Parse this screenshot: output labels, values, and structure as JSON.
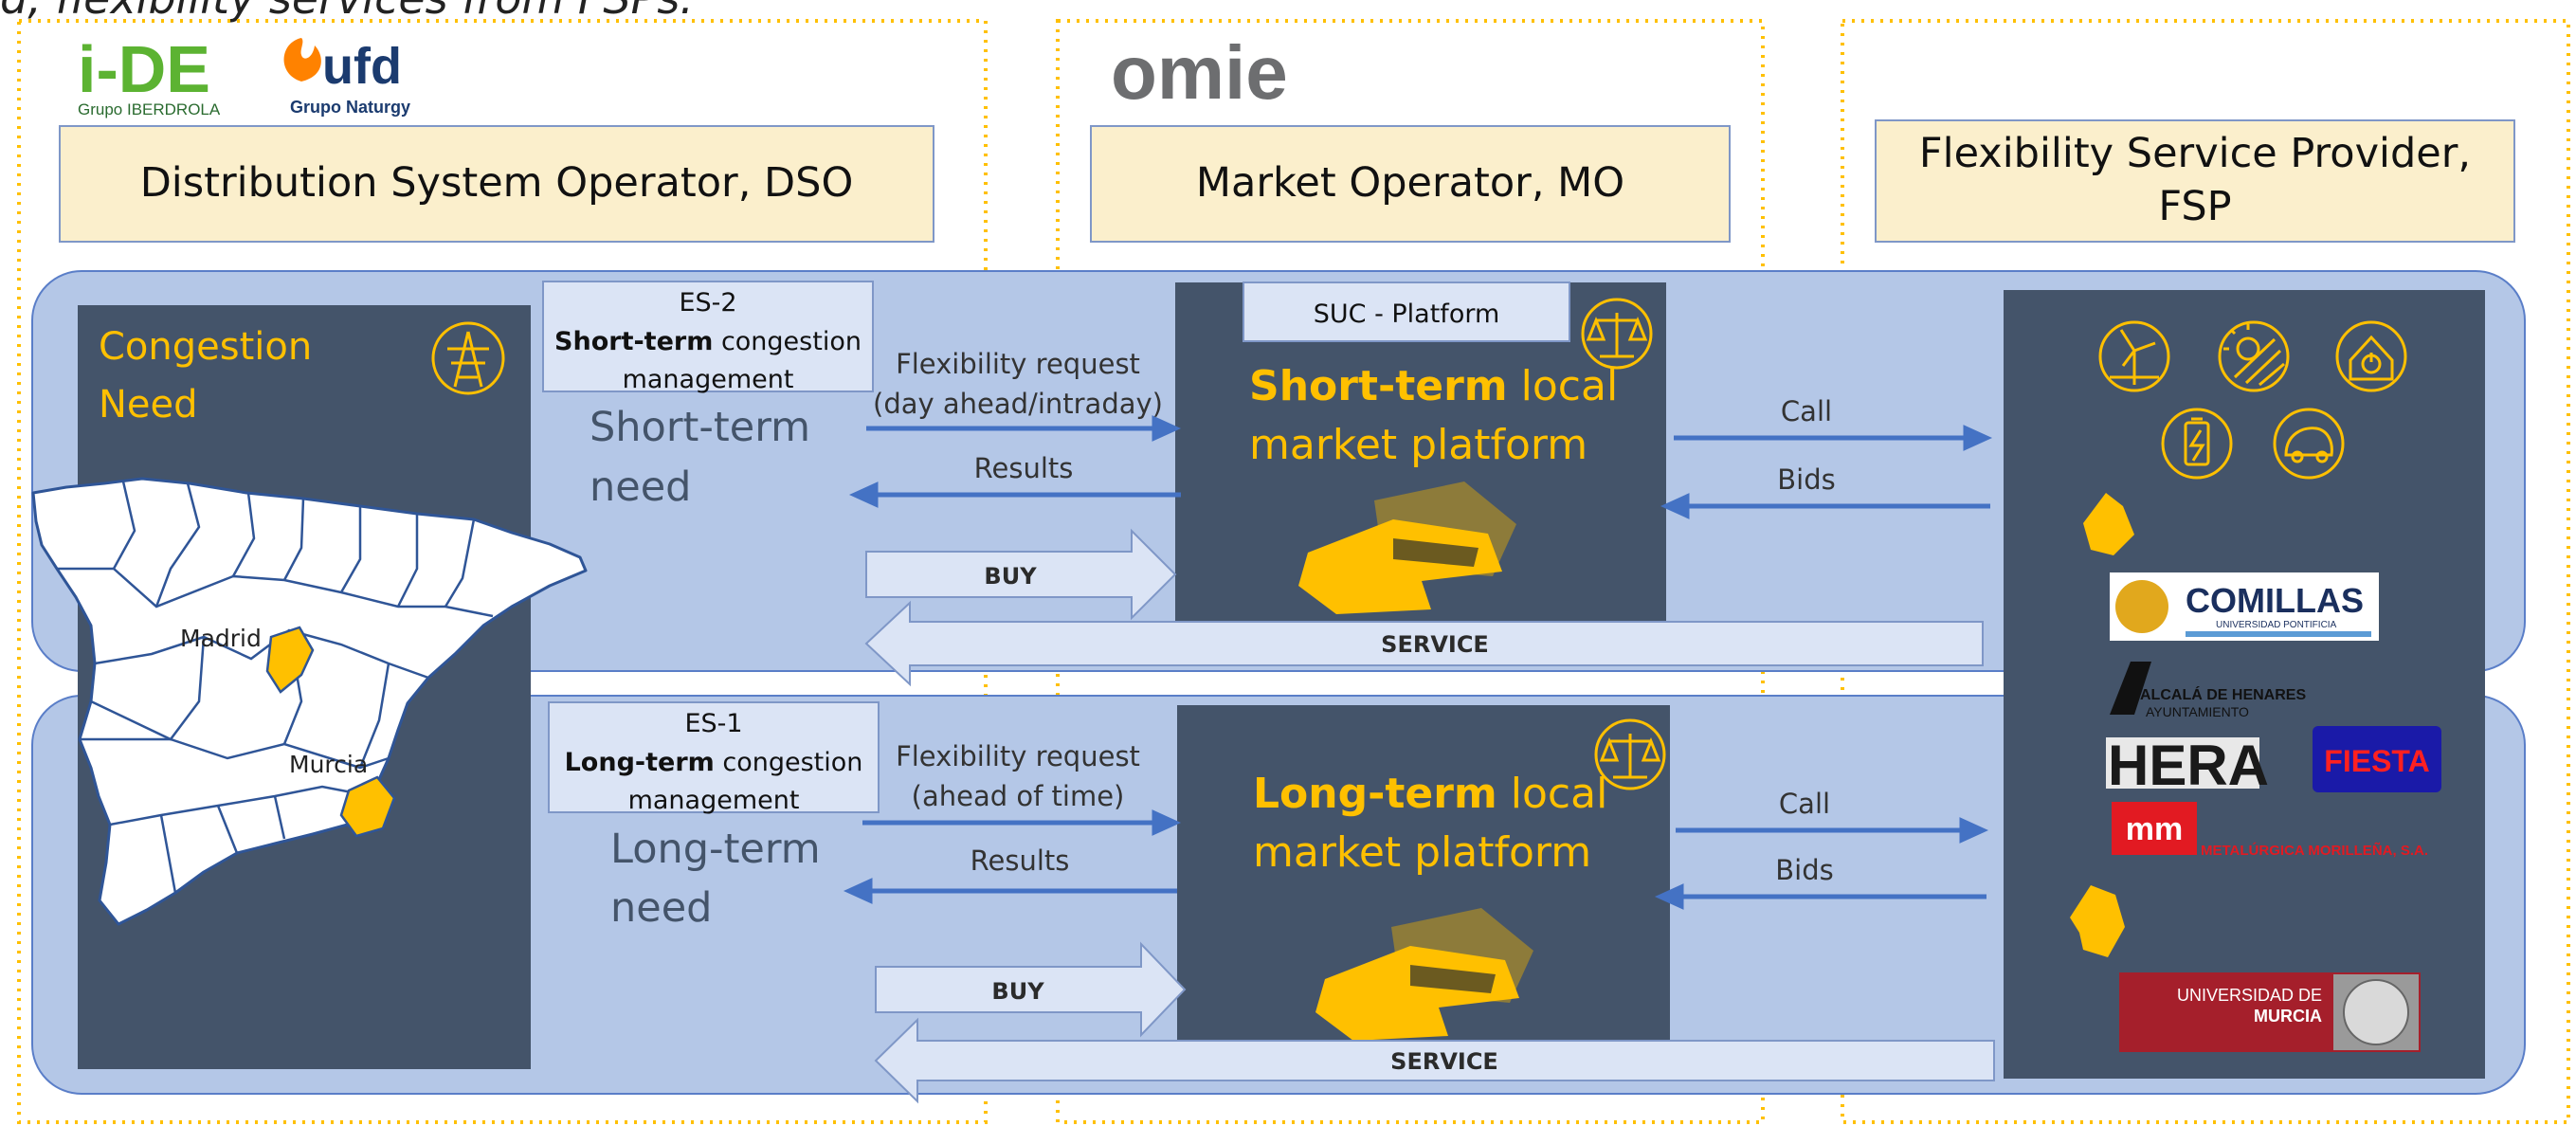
{
  "top_caption": "d, flexibility services from FSPs.",
  "logos": {
    "ide_brand": "i-DE",
    "ide_group": "Grupo IBERDROLA",
    "ufd_brand": "ufd",
    "ufd_group": "Grupo Naturgy",
    "omie_brand": "omie",
    "comillas_name": "COMILLAS",
    "comillas_sub": "UNIVERSIDAD PONTIFICIA",
    "alcala_line1": "ALCALÁ DE HENARES",
    "alcala_line2": "AYUNTAMIENTO",
    "hera": "HERA",
    "fiesta": "FIESTA",
    "mm_mark": "mm",
    "mm_text": "METALÚRGICA MORILLEÑA, S.A.",
    "murcia_line1": "UNIVERSIDAD DE",
    "murcia_line2": "MURCIA"
  },
  "headers": {
    "dso": "Distribution System Operator, DSO",
    "mo": "Market Operator, MO",
    "fsp_line1": "Flexibility Service Provider,",
    "fsp_line2": "FSP"
  },
  "dso": {
    "congestion_line1": "Congestion",
    "congestion_line2": "Need",
    "madrid": "Madrid",
    "murcia": "Murcia"
  },
  "short_term": {
    "es_code": "ES-2",
    "es_bold": "Short-term",
    "es_rest": " congestion",
    "es_line3": "management",
    "need_line1": "Short-term",
    "need_line2": "need",
    "request_line1": "Flexibility request",
    "request_line2": "(day ahead/intraday)",
    "results": "Results",
    "buy": "BUY",
    "service": "SERVICE",
    "suc_platform": "SUC - Platform",
    "platform_bold": "Short-term",
    "platform_rest": " local",
    "platform_line2": "market platform",
    "call": "Call",
    "bids": "Bids"
  },
  "long_term": {
    "es_code": "ES-1",
    "es_bold": "Long-term",
    "es_rest": " congestion",
    "es_line3": "management",
    "need_line1": "Long-term",
    "need_line2": "need",
    "request_line1": "Flexibility request",
    "request_line2": "(ahead of time)",
    "results": "Results",
    "buy": "BUY",
    "service": "SERVICE",
    "platform_bold": "Long-term",
    "platform_rest": " local",
    "platform_line2": "market platform",
    "call": "Call",
    "bids": "Bids"
  },
  "icons": [
    "transmission-tower-icon",
    "scale-icon",
    "wind-turbine-icon",
    "solar-panel-icon",
    "smart-home-icon",
    "battery-icon",
    "electric-vehicle-icon",
    "handshake-icon"
  ],
  "colors": {
    "accent_yellow": "#ffc000",
    "dark_panel": "#44546a",
    "band_blue": "#b4c7e7",
    "arrow_blue": "#4472c4",
    "header_fill": "#fbefcc",
    "label_fill": "#dbe4f5",
    "dotted_border": "#ffc000"
  }
}
